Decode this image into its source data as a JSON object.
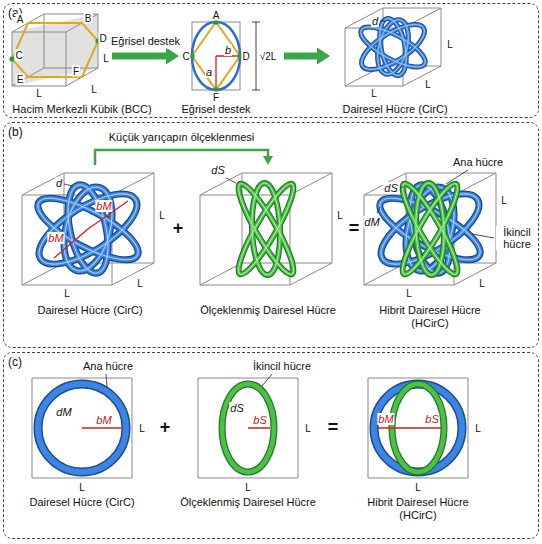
{
  "diagram": {
    "nodes": [
      {
        "text": [
          "(a)"
        ]
      },
      {
        "text": [
          "Hacim Merkezli Kübik (BCC)"
        ],
        "in": 0
      },
      {
        "text": [
          "Eğrisel destek"
        ],
        "in": 0
      },
      {
        "text": [
          "Dairesel Hücre (CirC)"
        ],
        "in": 0
      },
      {
        "text": [
          "(b)"
        ]
      },
      {
        "text": [
          "Dairesel Hücre (CirC)"
        ],
        "in": 4
      },
      {
        "text": [
          "Ölçeklenmiş Dairesel Hücre"
        ],
        "in": 4
      },
      {
        "text": [
          "Hibrit Dairesel Hücre (HCirC)"
        ],
        "in": 4
      },
      {
        "text": [
          "(c)"
        ]
      },
      {
        "text": [
          "Dairesel Hücre (CirC)"
        ],
        "in": 8
      },
      {
        "text": [
          "Ölçeklenmiş Dairesel Hücre"
        ],
        "in": 8
      },
      {
        "text": [
          "Hibrit Dairesel Hücre (HCirC)"
        ],
        "in": 8
      }
    ],
    "edges": [
      {
        "from": 1,
        "to": 2,
        "arrow": "to",
        "label": "Eğrisel destek"
      },
      {
        "from": 2,
        "to": 3,
        "arrow": "to"
      },
      {
        "from": 5,
        "to": 6,
        "arrow": "to",
        "label": "Küçük yarıçapın ölçeklenmesi"
      }
    ],
    "labels": [
      "A",
      "B",
      "C",
      "D",
      "E",
      "F",
      "L",
      "L",
      "L",
      "A",
      "C",
      "D",
      "b",
      "a",
      "F",
      "√2L",
      "d",
      "L",
      "L",
      "L",
      "d",
      "bM",
      "bM",
      "L",
      "L",
      "L",
      "+",
      "dS",
      "L",
      "=",
      "Ana hücre",
      "İkincil hücre",
      "dM",
      "dS",
      "L",
      "L",
      "L",
      "Ana hücre",
      "dM",
      "bM",
      "L",
      "L",
      "+",
      "İkincil hücre",
      "dS",
      "bS",
      "L",
      "L",
      "=",
      "bM",
      "bS",
      "L",
      "L"
    ]
  }
}
